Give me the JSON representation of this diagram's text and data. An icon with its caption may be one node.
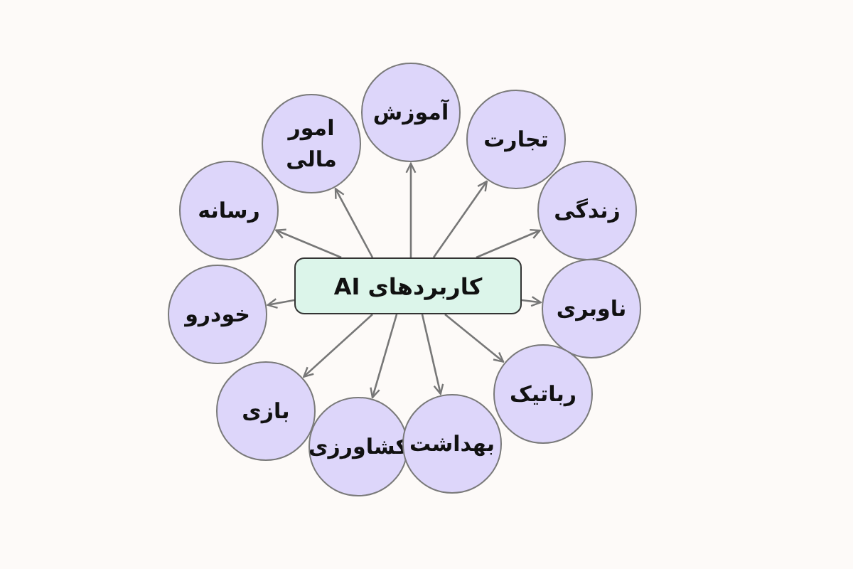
{
  "diagram": {
    "nodes": [
      {
        "text": [
          "کاربردهای AI"
        ]
      },
      {
        "text": [
          "آموزش"
        ]
      },
      {
        "text": [
          "امور مالی"
        ]
      },
      {
        "text": [
          "تجارت"
        ]
      },
      {
        "text": [
          "رسانه"
        ]
      },
      {
        "text": [
          "زندگی"
        ]
      },
      {
        "text": [
          "خودرو"
        ]
      },
      {
        "text": [
          "ناوبری"
        ]
      },
      {
        "text": [
          "بازی"
        ]
      },
      {
        "text": [
          "رباتیک"
        ]
      },
      {
        "text": [
          "کشاورزی"
        ]
      },
      {
        "text": [
          "بهداشت"
        ]
      }
    ],
    "edges": [
      {
        "from": 0,
        "to": 1,
        "arrow": "to"
      },
      {
        "from": 0,
        "to": 2,
        "arrow": "to"
      },
      {
        "from": 0,
        "to": 3,
        "arrow": "to"
      },
      {
        "from": 0,
        "to": 4,
        "arrow": "to"
      },
      {
        "from": 0,
        "to": 5,
        "arrow": "to"
      },
      {
        "from": 0,
        "to": 6,
        "arrow": "to"
      },
      {
        "from": 0,
        "to": 7,
        "arrow": "to"
      },
      {
        "from": 0,
        "to": 8,
        "arrow": "to"
      },
      {
        "from": 0,
        "to": 9,
        "arrow": "to"
      },
      {
        "from": 0,
        "to": 10,
        "arrow": "to"
      },
      {
        "from": 0,
        "to": 11,
        "arrow": "to"
      }
    ]
  }
}
